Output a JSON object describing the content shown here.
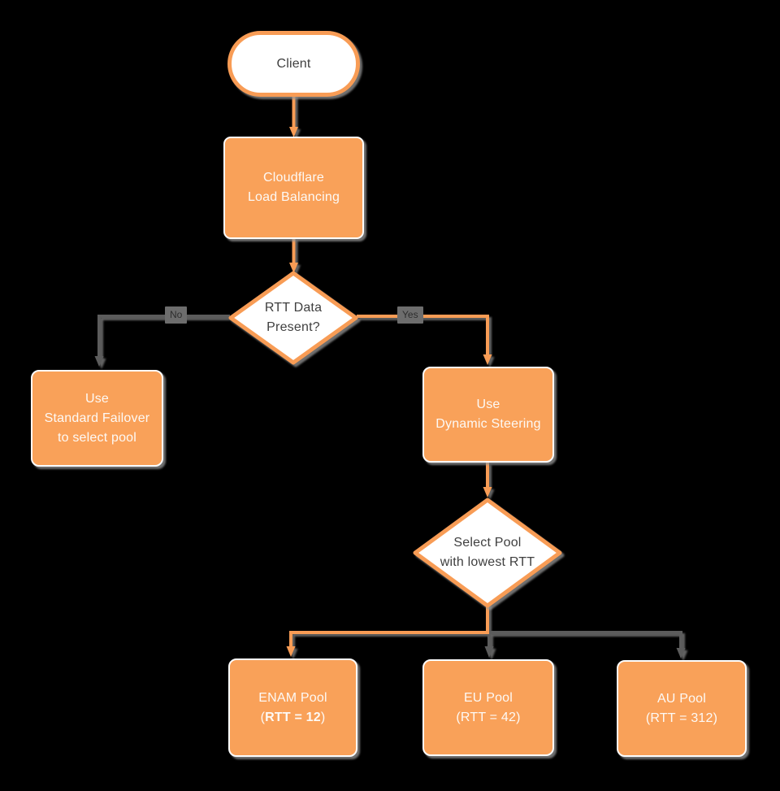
{
  "diagram": {
    "title_hint": "Cloudflare Load Balancing decision flowchart",
    "colors": {
      "background": "#000000",
      "box_fill_orange": "#F9A159",
      "border_orange": "#F89C55",
      "connector_gray": "#5C5C5C",
      "text_dark": "#3F3F3F",
      "text_light": "#FDF9F5",
      "edge_label_bg": "#6D6D6D"
    },
    "nodes": {
      "client": {
        "label": "Client"
      },
      "load_balancer": {
        "line1": "Cloudflare",
        "line2": "Load Balancing"
      },
      "rtt_decision": {
        "line1": "RTT Data",
        "line2": "Present?"
      },
      "standard_failover": {
        "line1": "Use",
        "line2": "Standard Failover",
        "line3": "to select pool"
      },
      "dynamic_steering": {
        "line1": "Use",
        "line2": "Dynamic Steering"
      },
      "pool_decision": {
        "line1": "Select Pool",
        "line2": "with lowest RTT"
      },
      "enam_pool": {
        "line1": "ENAM Pool",
        "line2_open": "(",
        "line2_bold": "RTT = 12",
        "line2_close": ")"
      },
      "eu_pool": {
        "line1": "EU Pool",
        "line2": "(RTT = 42)"
      },
      "au_pool": {
        "line1": "AU Pool",
        "line2": "(RTT = 312)"
      }
    },
    "edge_labels": {
      "no": "No",
      "yes": "Yes"
    }
  }
}
